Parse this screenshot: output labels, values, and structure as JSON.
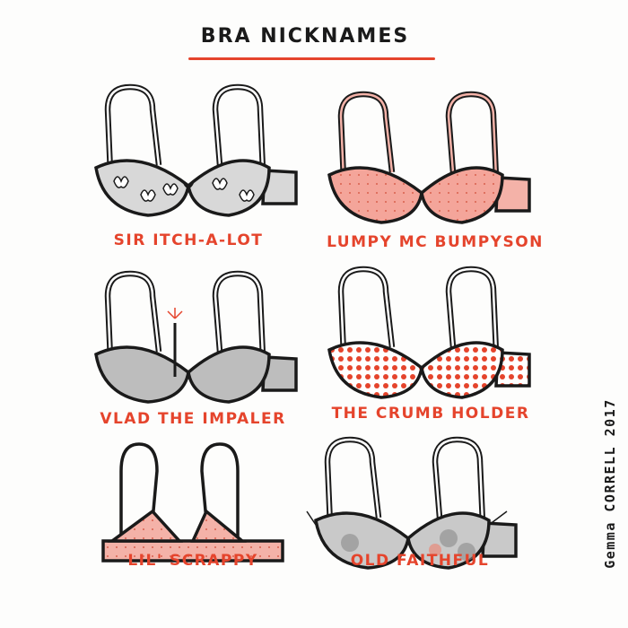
{
  "title": "BRA NICKNAMES",
  "colors": {
    "accent": "#e5442c",
    "ink": "#1a1a1a",
    "pink": "#f4a59a",
    "gray": "#bdbdbd"
  },
  "bras": [
    {
      "label": "SIR ITCH-A-LOT",
      "style": "lace",
      "cup_color": "#d8d8d8"
    },
    {
      "label": "LUMPY MC BUMPYSON",
      "style": "padded",
      "cup_color": "#f4a59a"
    },
    {
      "label": "VLAD THE IMPALER",
      "style": "underwire",
      "cup_color": "#bdbdbd"
    },
    {
      "label": "THE CRUMB HOLDER",
      "style": "polka",
      "cup_color": "#ffffff"
    },
    {
      "label": "LIL' SCRAPPY",
      "style": "triangle",
      "cup_color": "#f4b2a8"
    },
    {
      "label": "OLD FAITHFUL",
      "style": "worn",
      "cup_color": "#c9c9c9"
    }
  ],
  "signature": "Gemma CORRELL 2017"
}
